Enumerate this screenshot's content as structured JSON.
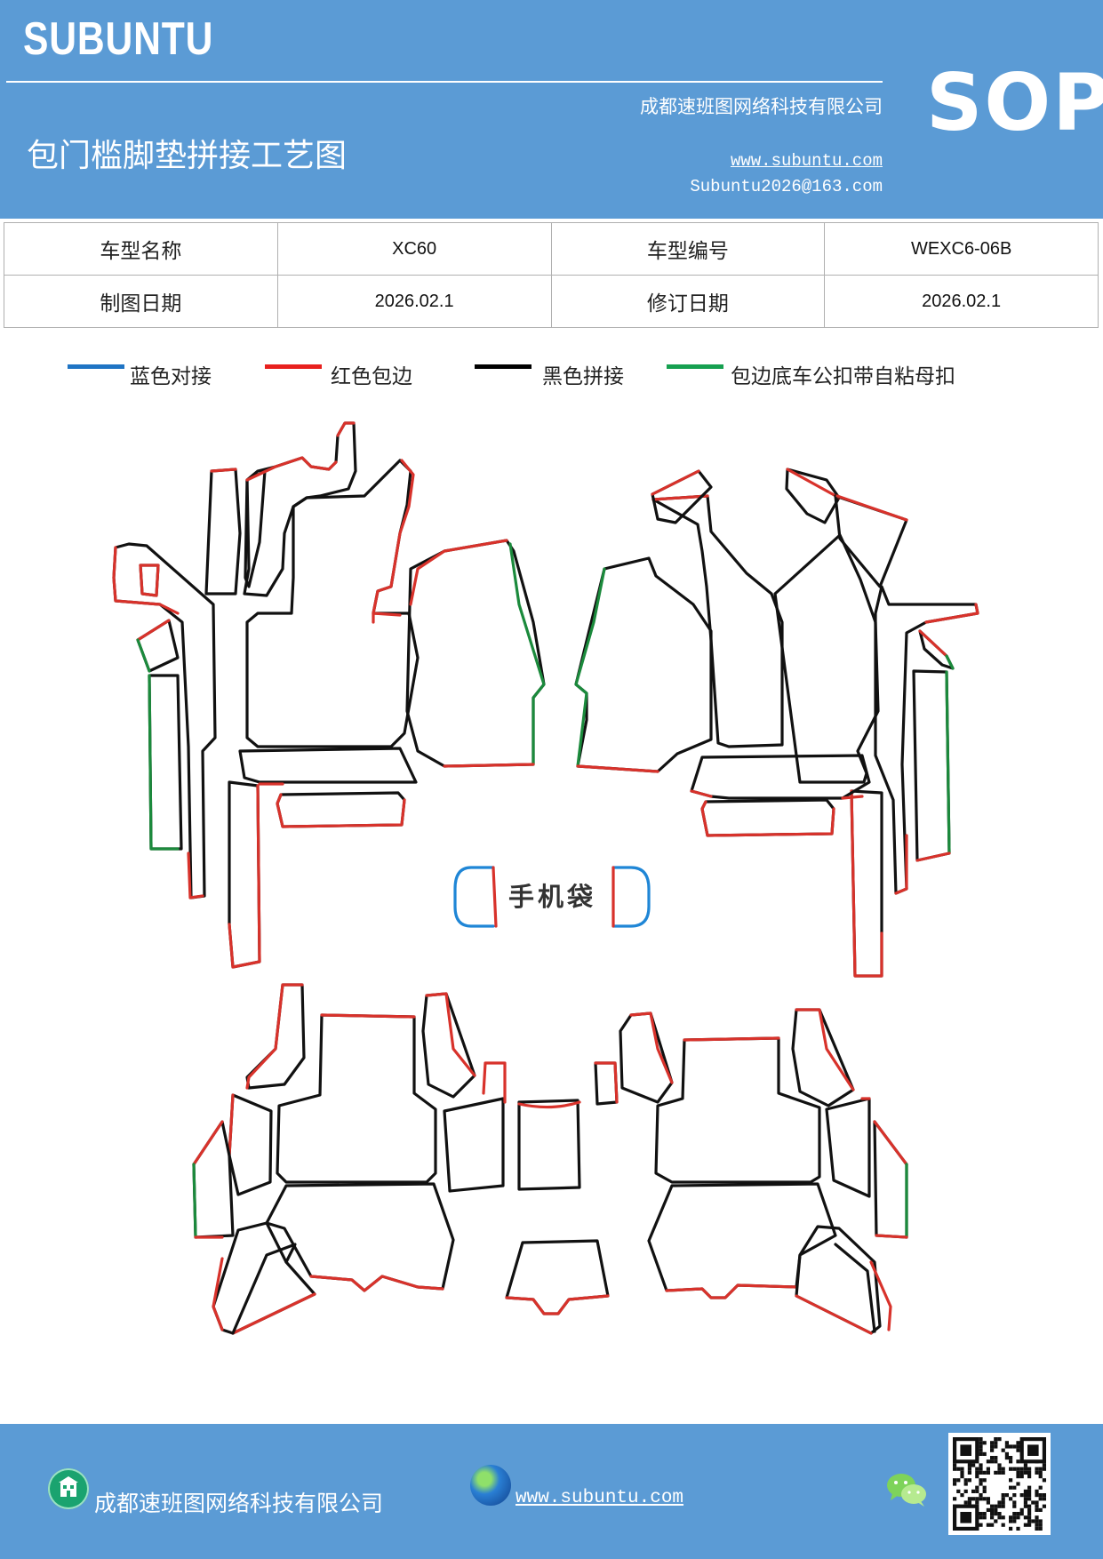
{
  "header": {
    "brand": "SUBUNTU",
    "title": "包门槛脚垫拼接工艺图",
    "company": "成都速班图网络科技有限公司",
    "website": "www.subuntu.com",
    "email": "Subuntu2026@163.com",
    "badge": "SOP"
  },
  "info_table": {
    "rows": [
      {
        "label1": "车型名称",
        "value1": "XC60",
        "label2": "车型编号",
        "value2": "WEXC6-06B"
      },
      {
        "label1": "制图日期",
        "value1": "2026.02.1",
        "label2": "修订日期",
        "value2": "2026.02.1"
      }
    ]
  },
  "legend": [
    {
      "label": "蓝色对接",
      "color": "#1f74c4"
    },
    {
      "label": "红色包边",
      "color": "#e8201e"
    },
    {
      "label": "黑色拼接",
      "color": "#000000"
    },
    {
      "label": "包边底车公扣带自粘母扣",
      "color": "#16a050"
    }
  ],
  "diagram": {
    "phone_pocket_label": "手机袋",
    "colors": {
      "black": "#111111",
      "red": "#d8322b",
      "green": "#1b8a3c",
      "blue": "#1f86d6"
    }
  },
  "footer": {
    "company": "成都速班图网络科技有限公司",
    "website": "www.subuntu.com",
    "building_icon": "building-icon",
    "globe_icon": "globe-icon",
    "wechat_icon": "wechat-icon",
    "qr_code": "qr-code"
  }
}
